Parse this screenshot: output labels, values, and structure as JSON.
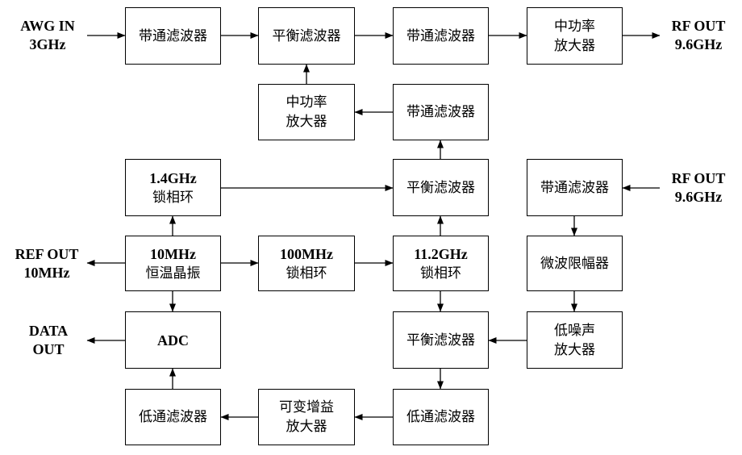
{
  "blocks": {
    "bpf_in": {
      "l1": "带通滤波器"
    },
    "balance_top": {
      "l1": "平衡滤波器"
    },
    "bpf_top2": {
      "l1": "带通滤波器"
    },
    "mpa_top": {
      "l1": "中功率",
      "l2": "放大器"
    },
    "mpa_mid": {
      "l1": "中功率",
      "l2": "放大器"
    },
    "bpf_mid": {
      "l1": "带通滤波器"
    },
    "pll_1g4": {
      "l1": "1.4GHz",
      "l2": "锁相环"
    },
    "balance_mid": {
      "l1": "平衡滤波器"
    },
    "bpf_rx": {
      "l1": "带通滤波器"
    },
    "ocxo": {
      "l1": "10MHz",
      "l2": "恒温晶振"
    },
    "pll_100m": {
      "l1": "100MHz",
      "l2": "锁相环"
    },
    "pll_11g2": {
      "l1": "11.2GHz",
      "l2": "锁相环"
    },
    "limiter": {
      "l1": "微波限幅器"
    },
    "adc": {
      "l1": "ADC"
    },
    "balance_low": {
      "l1": "平衡滤波器"
    },
    "lna": {
      "l1": "低噪声",
      "l2": "放大器"
    },
    "lpf_left": {
      "l1": "低通滤波器"
    },
    "vga": {
      "l1": "可变增益",
      "l2": "放大器"
    },
    "lpf_right": {
      "l1": "低通滤波器"
    }
  },
  "terminals": {
    "awg_in": {
      "l1": "AWG IN",
      "l2": "3GHz"
    },
    "rf_out_top": {
      "l1": "RF OUT",
      "l2": "9.6GHz"
    },
    "rf_out_rx": {
      "l1": "RF OUT",
      "l2": "9.6GHz"
    },
    "ref_out": {
      "l1": "REF OUT",
      "l2": "10MHz"
    },
    "data_out": {
      "l1": "DATA",
      "l2": "OUT"
    }
  }
}
